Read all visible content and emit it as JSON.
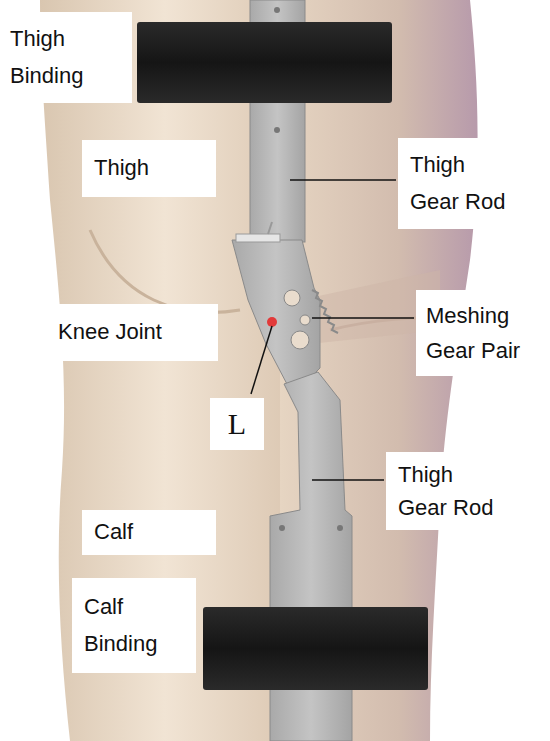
{
  "diagram": {
    "labels": [
      "Thigh Binding",
      "Thigh",
      "Thigh Gear Rod",
      "Knee Joint",
      "Meshing Gear Pair",
      "L",
      "Thigh Gear Rod",
      "Calf",
      "Calf Binding"
    ]
  }
}
